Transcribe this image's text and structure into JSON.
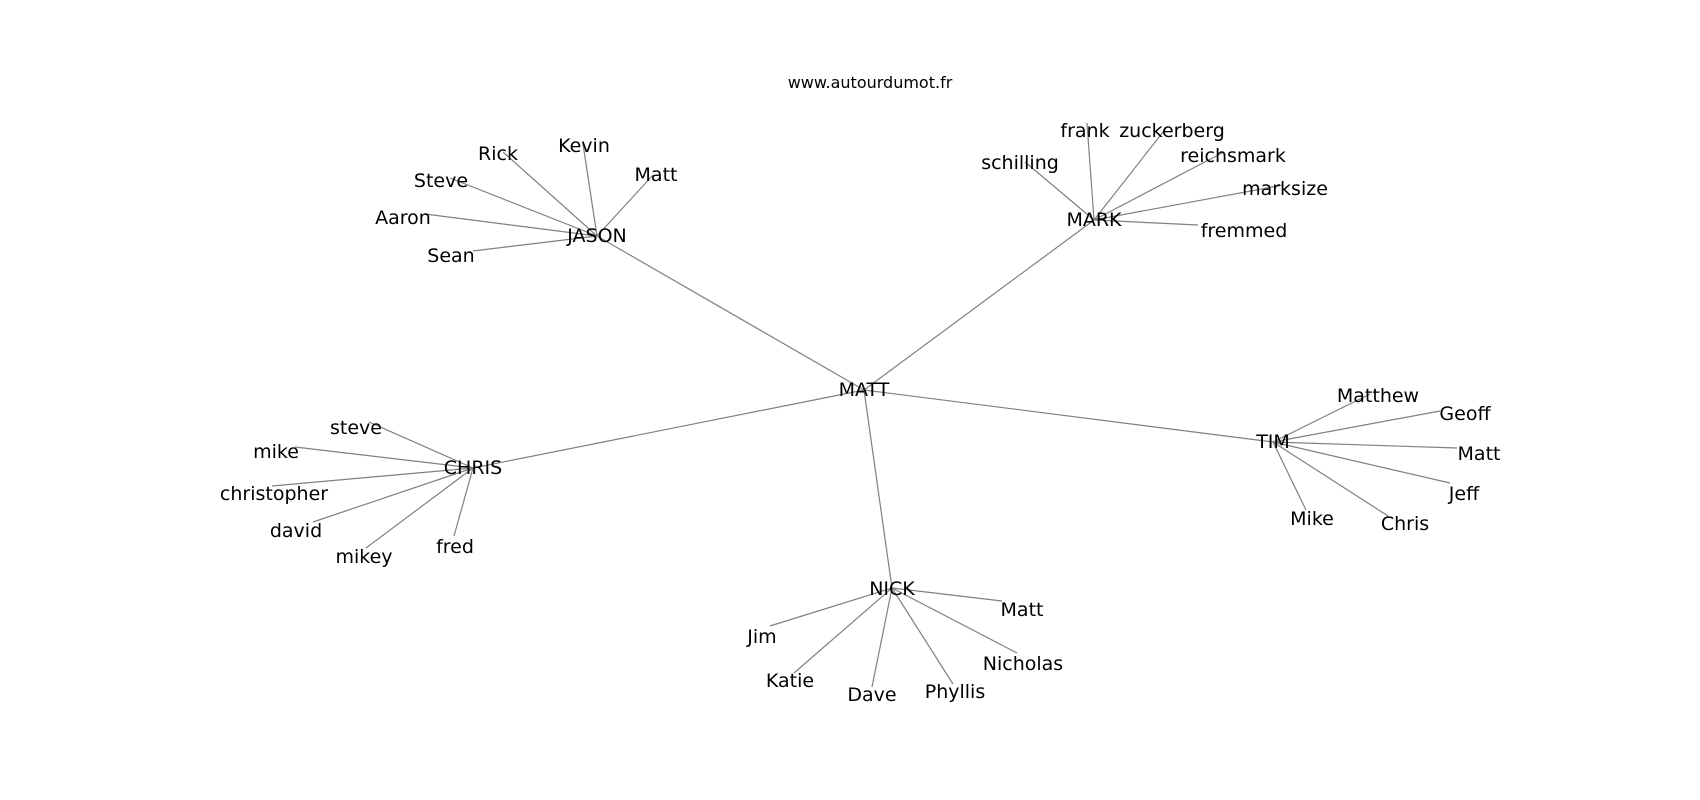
{
  "watermark": "www.autourdumot.fr",
  "center": "MATT",
  "branches": [
    {
      "id": "jason",
      "label": "JASON",
      "children": [
        "Rick",
        "Kevin",
        "Matt",
        "Steve",
        "Aaron",
        "Sean"
      ]
    },
    {
      "id": "mark",
      "label": "MARK",
      "children": [
        "schilling",
        "frank",
        "zuckerberg",
        "reichsmark",
        "marksize",
        "fremmed"
      ]
    },
    {
      "id": "chris",
      "label": "CHRIS",
      "children": [
        "steve",
        "mike",
        "christopher",
        "david",
        "mikey",
        "fred"
      ]
    },
    {
      "id": "tim",
      "label": "TIM",
      "children": [
        "Matthew",
        "Geoff",
        "Matt",
        "Jeff",
        "Chris",
        "Mike"
      ]
    },
    {
      "id": "nick",
      "label": "NICK",
      "children": [
        "Matt",
        "Jim",
        "Nicholas",
        "Phyllis",
        "Dave",
        "Katie"
      ]
    }
  ]
}
